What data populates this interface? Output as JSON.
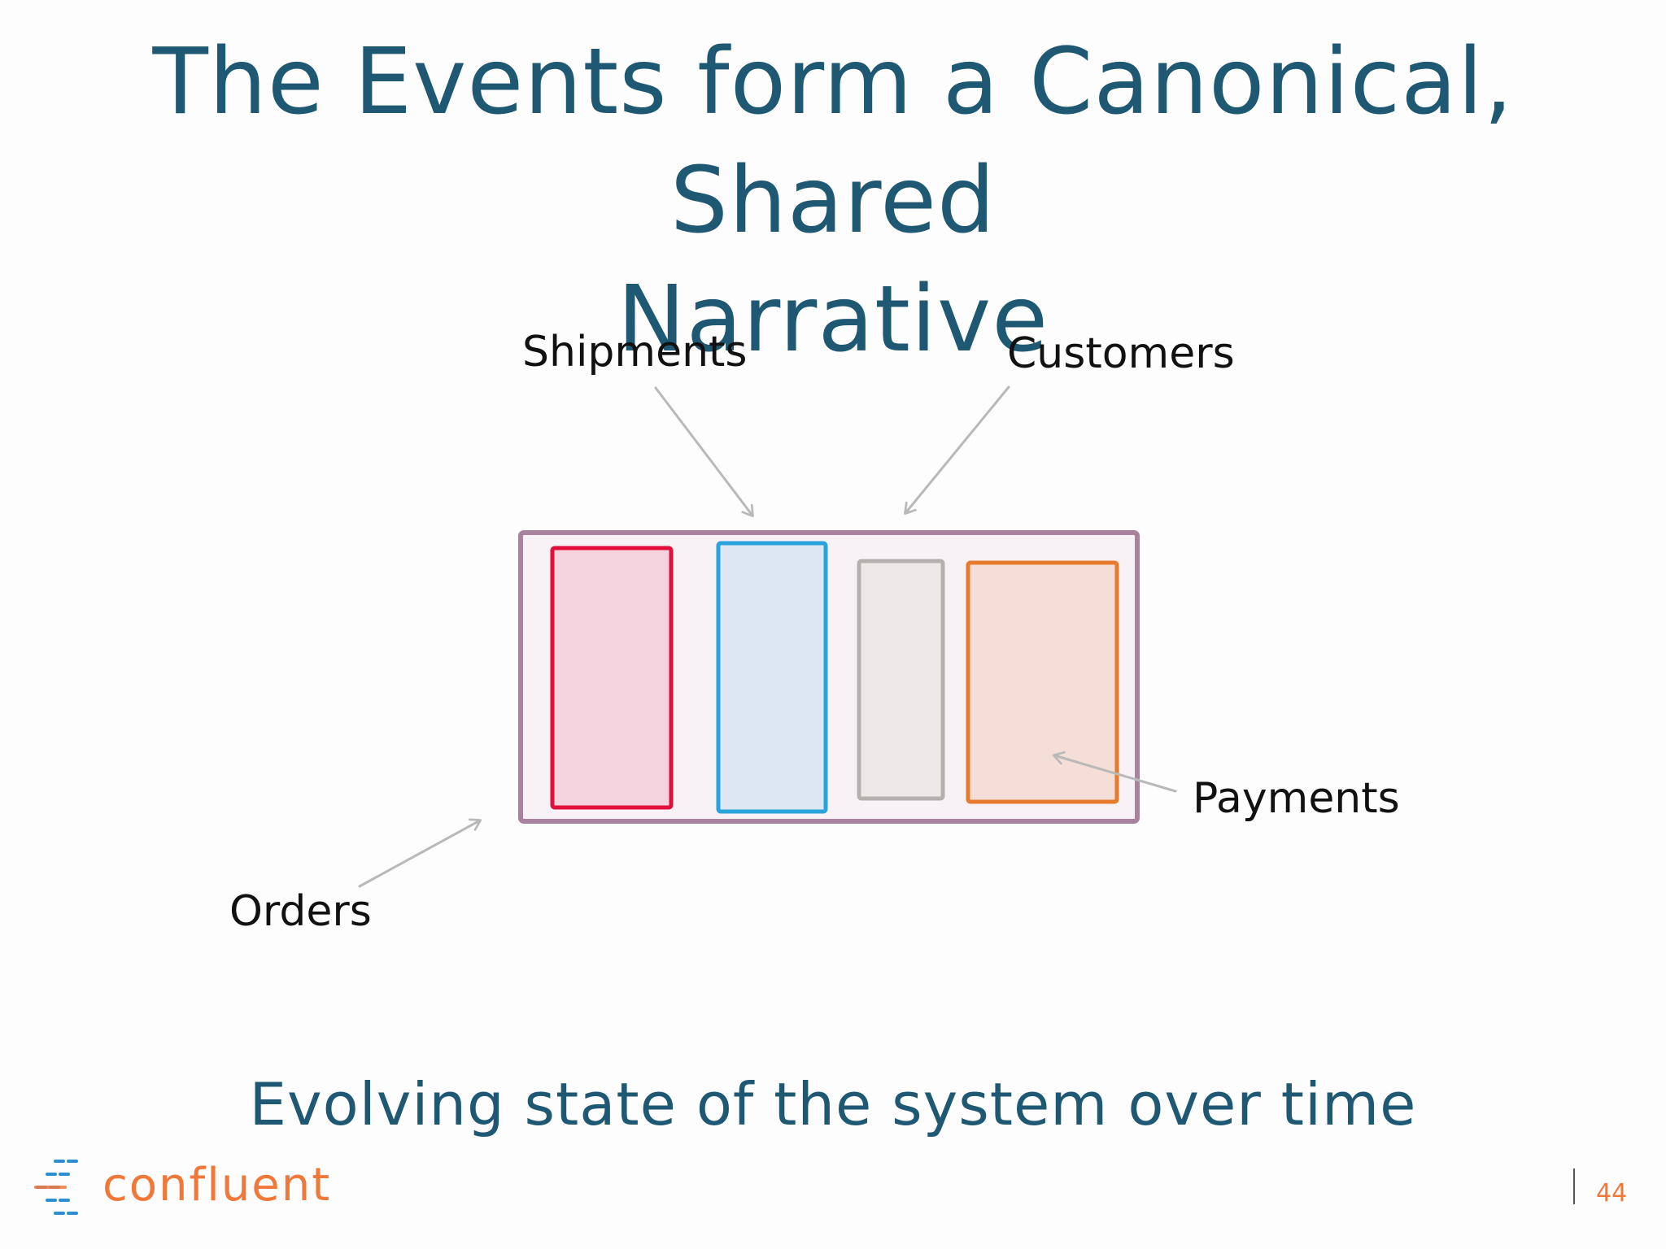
{
  "slide": {
    "title_line1": "The Events form a Canonical, Shared",
    "title_line2": "Narrative",
    "subtitle": "Evolving state of the system over time",
    "page_number": "44"
  },
  "diagram": {
    "labels": {
      "shipments": "Shipments",
      "customers": "Customers",
      "payments": "Payments",
      "orders": "Orders"
    },
    "colors": {
      "container_border": "#a9829e",
      "container_fill": "#f8f2f6",
      "orders_border": "#e0103a",
      "orders_fill": "#f5d3de",
      "shipments_border": "#2aa2dc",
      "shipments_fill": "#dde7f1",
      "customers_border": "#b5b0ae",
      "customers_fill": "#efe8e8",
      "payments_border": "#e87a2e",
      "payments_fill": "#f5ddd8",
      "arrow": "#b9b9b9"
    }
  },
  "logo": {
    "text": "confluent",
    "brand_color": "#f0793a",
    "mark_color": "#2e8fd0"
  }
}
